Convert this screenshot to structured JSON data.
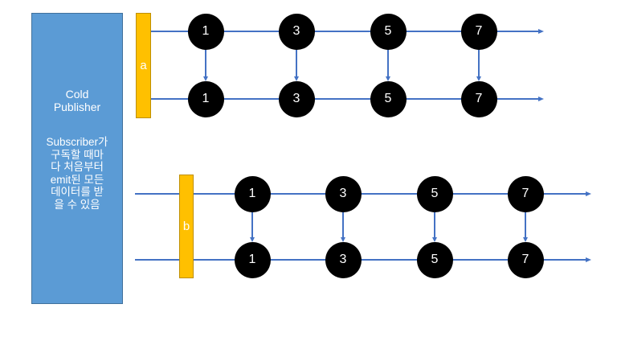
{
  "publisher_box": {
    "title_lines": [
      "Cold",
      "Publisher"
    ],
    "description_lines": [
      "Subscriber가",
      "구독할 때마",
      "다 처음부터",
      "emit된 모든",
      "데이터를 받",
      "을 수 있음"
    ]
  },
  "diagrams": [
    {
      "subscriber_label": "a",
      "source_marbles": [
        "1",
        "3",
        "5",
        "7"
      ],
      "received_marbles": [
        "1",
        "3",
        "5",
        "7"
      ]
    },
    {
      "subscriber_label": "b",
      "source_marbles": [
        "1",
        "3",
        "5",
        "7"
      ],
      "received_marbles": [
        "1",
        "3",
        "5",
        "7"
      ]
    }
  ],
  "colors": {
    "publisher_fill": "#5B9BD5",
    "publisher_border": "#41719C",
    "subscriber_bar_fill": "#FFC000",
    "subscriber_bar_border": "#BF8F00",
    "timeline": "#4472C4",
    "marble_fill": "#000000",
    "text_on_fill": "#FFFFFF"
  }
}
